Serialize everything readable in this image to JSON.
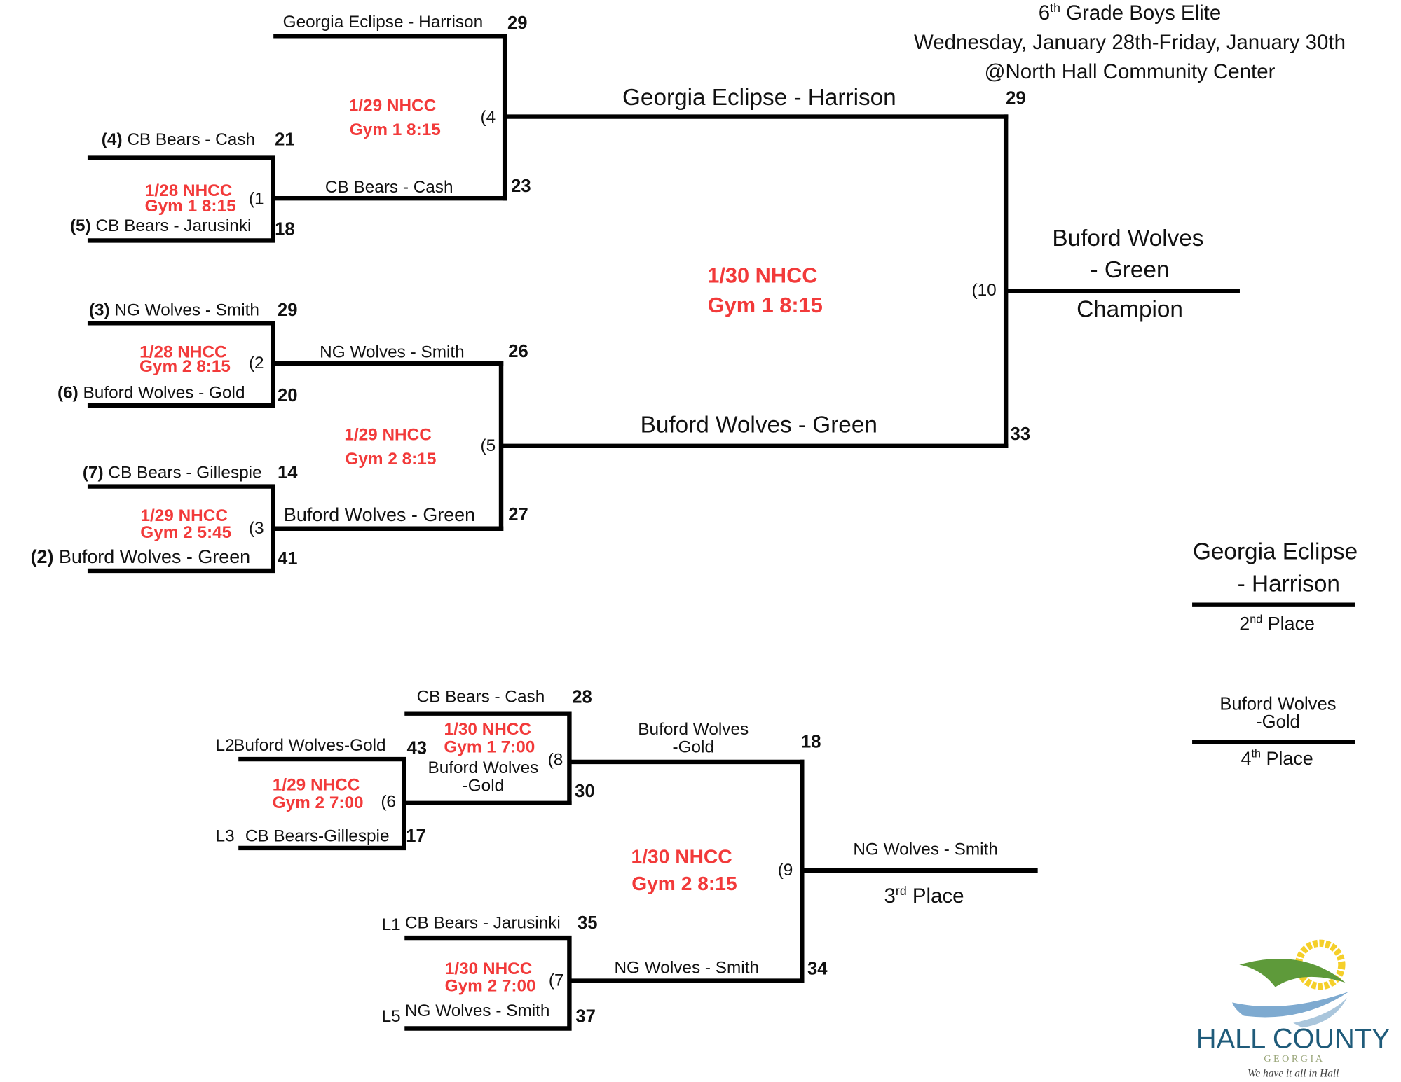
{
  "header": {
    "grade": "6",
    "grade_sup": "th",
    "title_rest": " Grade Boys Elite",
    "dates": "Wednesday, January  28th-Friday, January 30th",
    "venue": "@North Hall Community Center"
  },
  "game1": {
    "num": "(1",
    "schedule1": "1/28 NHCC",
    "schedule2": "Gym 1 8:15",
    "top_seed": "(4)",
    "top_team": "CB Bears - Cash",
    "top_score": "21",
    "bot_seed": "(5)",
    "bot_team": "CB Bears - Jarusinki",
    "bot_score": "18"
  },
  "game2": {
    "num": "(2",
    "schedule1": "1/28 NHCC",
    "schedule2": "Gym 2 8:15",
    "top_seed": "(3)",
    "top_team": "NG Wolves - Smith",
    "top_score": "29",
    "bot_seed": "(6)",
    "bot_team": "Buford Wolves - Gold",
    "bot_score": "20"
  },
  "game3": {
    "num": "(3",
    "schedule1": "1/29 NHCC",
    "schedule2": "Gym 2 5:45",
    "top_seed": "(7)",
    "top_team": "CB Bears - Gillespie",
    "top_score": "14",
    "bot_seed": "(2)",
    "bot_team": "Buford Wolves - Green",
    "bot_score": "41"
  },
  "game4": {
    "num": "(4",
    "schedule1": "1/29 NHCC",
    "schedule2": "Gym 1 8:15",
    "top_team": "Georgia Eclipse - Harrison",
    "top_score": "29",
    "bot_team": "CB Bears - Cash",
    "bot_score": "23"
  },
  "game5": {
    "num": "(5",
    "schedule1": "1/29 NHCC",
    "schedule2": "Gym 2 8:15",
    "top_team": "NG Wolves - Smith",
    "top_score": "26",
    "bot_team": "Buford Wolves - Green",
    "bot_score": "27"
  },
  "game10": {
    "num": "(10",
    "schedule1": "1/30 NHCC",
    "schedule2": "Gym 1 8:15",
    "top_team": "Georgia Eclipse - Harrison",
    "top_score": "29",
    "bot_team": "Buford Wolves - Green",
    "bot_score": "33"
  },
  "champion": {
    "line1": "Buford Wolves",
    "line2": "- Green",
    "label": "Champion"
  },
  "second": {
    "line1": "Georgia Eclipse",
    "line2": "- Harrison",
    "num": "2",
    "sup": "nd",
    "label": " Place"
  },
  "fourth": {
    "line1": "Buford Wolves",
    "line2": "-Gold",
    "num": "4",
    "sup": "th",
    "label": " Place"
  },
  "game6": {
    "num": "(6",
    "schedule1": "1/29 NHCC",
    "schedule2": "Gym 2 7:00",
    "top_slot": "L2",
    "top_team": "Buford Wolves-Gold",
    "top_score": "43",
    "bot_slot": "L3",
    "bot_team": "CB Bears-Gillespie",
    "bot_score": "17"
  },
  "game8": {
    "num": "(8",
    "schedule1": "1/30 NHCC",
    "schedule2": "Gym 1 7:00",
    "top_team": "CB Bears - Cash",
    "top_score": "28",
    "bot_team1": "Buford Wolves",
    "bot_team2": "-Gold",
    "bot_score": "30"
  },
  "game7": {
    "num": "(7",
    "schedule1": "1/30 NHCC",
    "schedule2": "Gym 2 7:00",
    "top_slot": "L1",
    "top_team": "CB Bears - Jarusinki",
    "top_score": "35",
    "bot_slot": "L5",
    "bot_team": "NG Wolves - Smith",
    "bot_score": "37"
  },
  "game9": {
    "num": "(9",
    "schedule1": "1/30 NHCC",
    "schedule2": "Gym 2 8:15",
    "top_team1": "Buford Wolves",
    "top_team2": "-Gold",
    "top_score": "18",
    "bot_team": "NG Wolves - Smith",
    "bot_score": "34"
  },
  "third": {
    "team": "NG Wolves - Smith",
    "num": "3",
    "sup": "rd",
    "label": " Place"
  },
  "logo": {
    "name": "HALL COUNTY",
    "state": "G E O R G I A",
    "tagline": "We have it all in Hall"
  },
  "colors": {
    "line": "#000000",
    "schedule": "#f23a3a",
    "logo_blue": "#1f5b7a",
    "logo_green": "#5e9a3a",
    "logo_sun": "#f5cf2a"
  }
}
